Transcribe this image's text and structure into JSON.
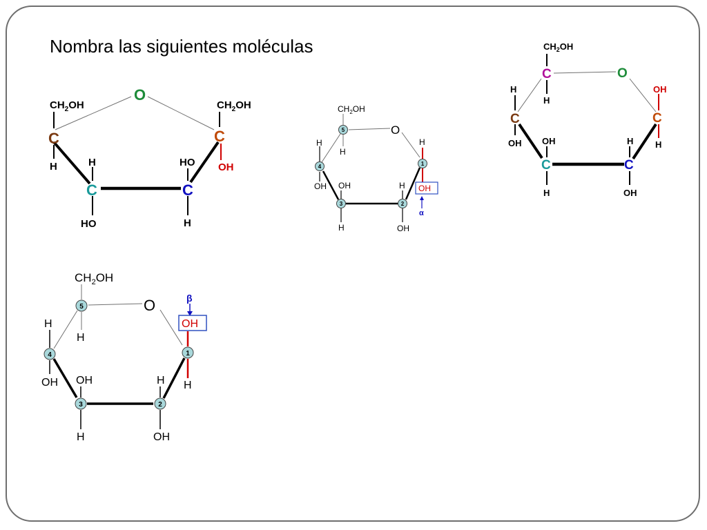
{
  "title": "Nombra las siguientes moléculas",
  "colors": {
    "green_o": "#1e8c3a",
    "brown_c": "#7a3a12",
    "teal_c": "#199a9a",
    "blue_c": "#1010c0",
    "red": "#d00000",
    "orange_c": "#c04a08",
    "magenta_c": "#b0109a",
    "node_fill": "#a9d8db"
  },
  "mol1": {
    "o": "O",
    "ch2oh_left": "CH2OH",
    "ch2oh_right": "CH2OH",
    "c_left": "C",
    "c_right": "C",
    "c_bl": "C",
    "c_br": "C",
    "h_left": "H",
    "h_bl_top": "H",
    "ho_bl_bottom": "HO",
    "ho_br_top": "HO",
    "h_br_bottom": "H",
    "oh_right": "OH"
  },
  "mol2": {
    "ch2oh": "CH2OH",
    "o": "O",
    "n5": "5",
    "n4": "4",
    "n3": "3",
    "n2": "2",
    "n1": "1",
    "h4_top": "H",
    "h5_low": "H",
    "oh4": "OH",
    "oh3_top": "OH",
    "h3_bottom": "H",
    "h2_top": "H",
    "oh2_bottom": "OH",
    "h1_top": "H",
    "oh1_box": "OH",
    "alpha": "α"
  },
  "mol3": {
    "ch2oh": "CH2OH",
    "c_top": "C",
    "o": "O",
    "h_top_left": "H",
    "h_under_c": "H",
    "oh_right": "OH",
    "c_left": "C",
    "c_right": "C",
    "oh_left": "OH",
    "h_right": "H",
    "c_bl": "C",
    "c_br": "C",
    "oh_bl_top": "OH",
    "h_bl_bottom": "H",
    "h_br_top": "H",
    "oh_br_bottom": "OH"
  },
  "mol4": {
    "ch2oh": "CH2OH",
    "o": "O",
    "n5": "5",
    "n4": "4",
    "n3": "3",
    "n2": "2",
    "n1": "1",
    "beta": "β",
    "oh1_box": "OH",
    "h4_top": "H",
    "h5_low": "H",
    "oh4": "OH",
    "oh3_top": "OH",
    "h3_bottom": "H",
    "h2_top": "H",
    "oh2_bottom": "OH",
    "h1_bottom": "H"
  }
}
